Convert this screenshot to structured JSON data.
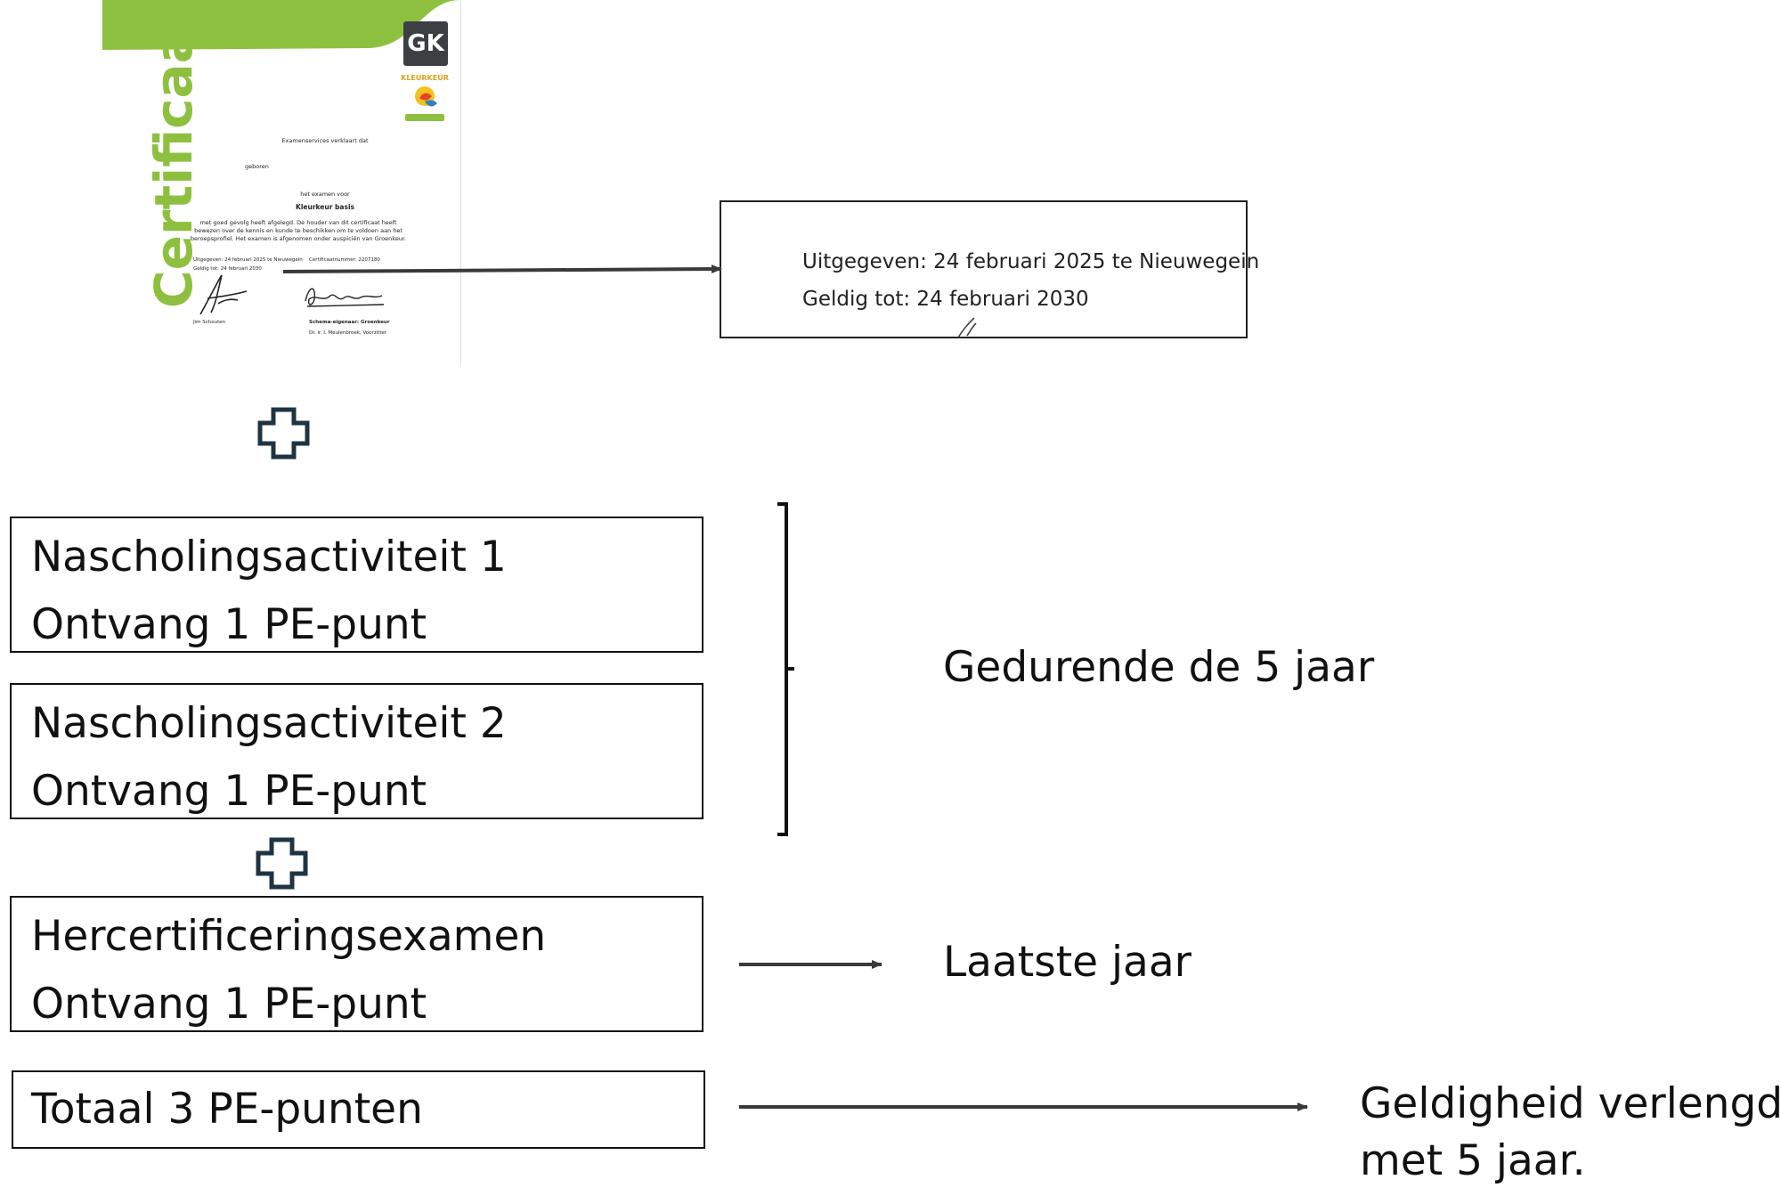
{
  "certificate": {
    "vertical_title": "Certificaat",
    "logo_gk_text": "GK",
    "logo_kleurkeur_text": "KLEURKEUR",
    "statement": "Examenservices verklaart dat",
    "born_label": "geboren",
    "exam_for": "het examen voor",
    "exam_name": "Kleurkeur basis",
    "body_lines": [
      "met goed gevolg heeft afgelegd. De houder van dit certificaat heeft",
      "bewezen over de kennis en kunde te beschikken om te voldoen aan het",
      "beroepsprofiel. Het examen is afgenomen onder auspiciën van Groenkeur."
    ],
    "issued_small": "Uitgegeven: 24 februari 2025 te Nieuwegein",
    "valid_small": "Geldig tot: 24 februari 2030",
    "cert_number_label": "Certificaatnummer: 2207180",
    "signer_left": "Jim Schouten",
    "scheme_owner": "Schema-eigenaar: Groenkeur",
    "signer_right": "Dr. ir. I. Meulenbroek, Voorzitter"
  },
  "zoom": {
    "issued": "Uitgegeven: 24 februari 2025 te Nieuwegein",
    "valid": "Geldig tot: 24 februari 2030"
  },
  "steps": [
    {
      "title": "Nascholingsactiviteit 1",
      "points": "Ontvang 1 PE-punt"
    },
    {
      "title": "Nascholingsactiviteit 2",
      "points": "Ontvang 1 PE-punt"
    },
    {
      "title": "Hercertificeringsexamen",
      "points": "Ontvang 1 PE-punt"
    }
  ],
  "total": "Totaal 3 PE-punten",
  "labels": {
    "during": "Gedurende de 5 jaar",
    "last_year": "Laatste jaar",
    "extended_line1": "Geldigheid verlengd",
    "extended_line2": "met 5 jaar."
  },
  "colors": {
    "certificate_green": "#8ec03f",
    "plus_dark": "#1e3442",
    "line": "#3a3a3a"
  }
}
